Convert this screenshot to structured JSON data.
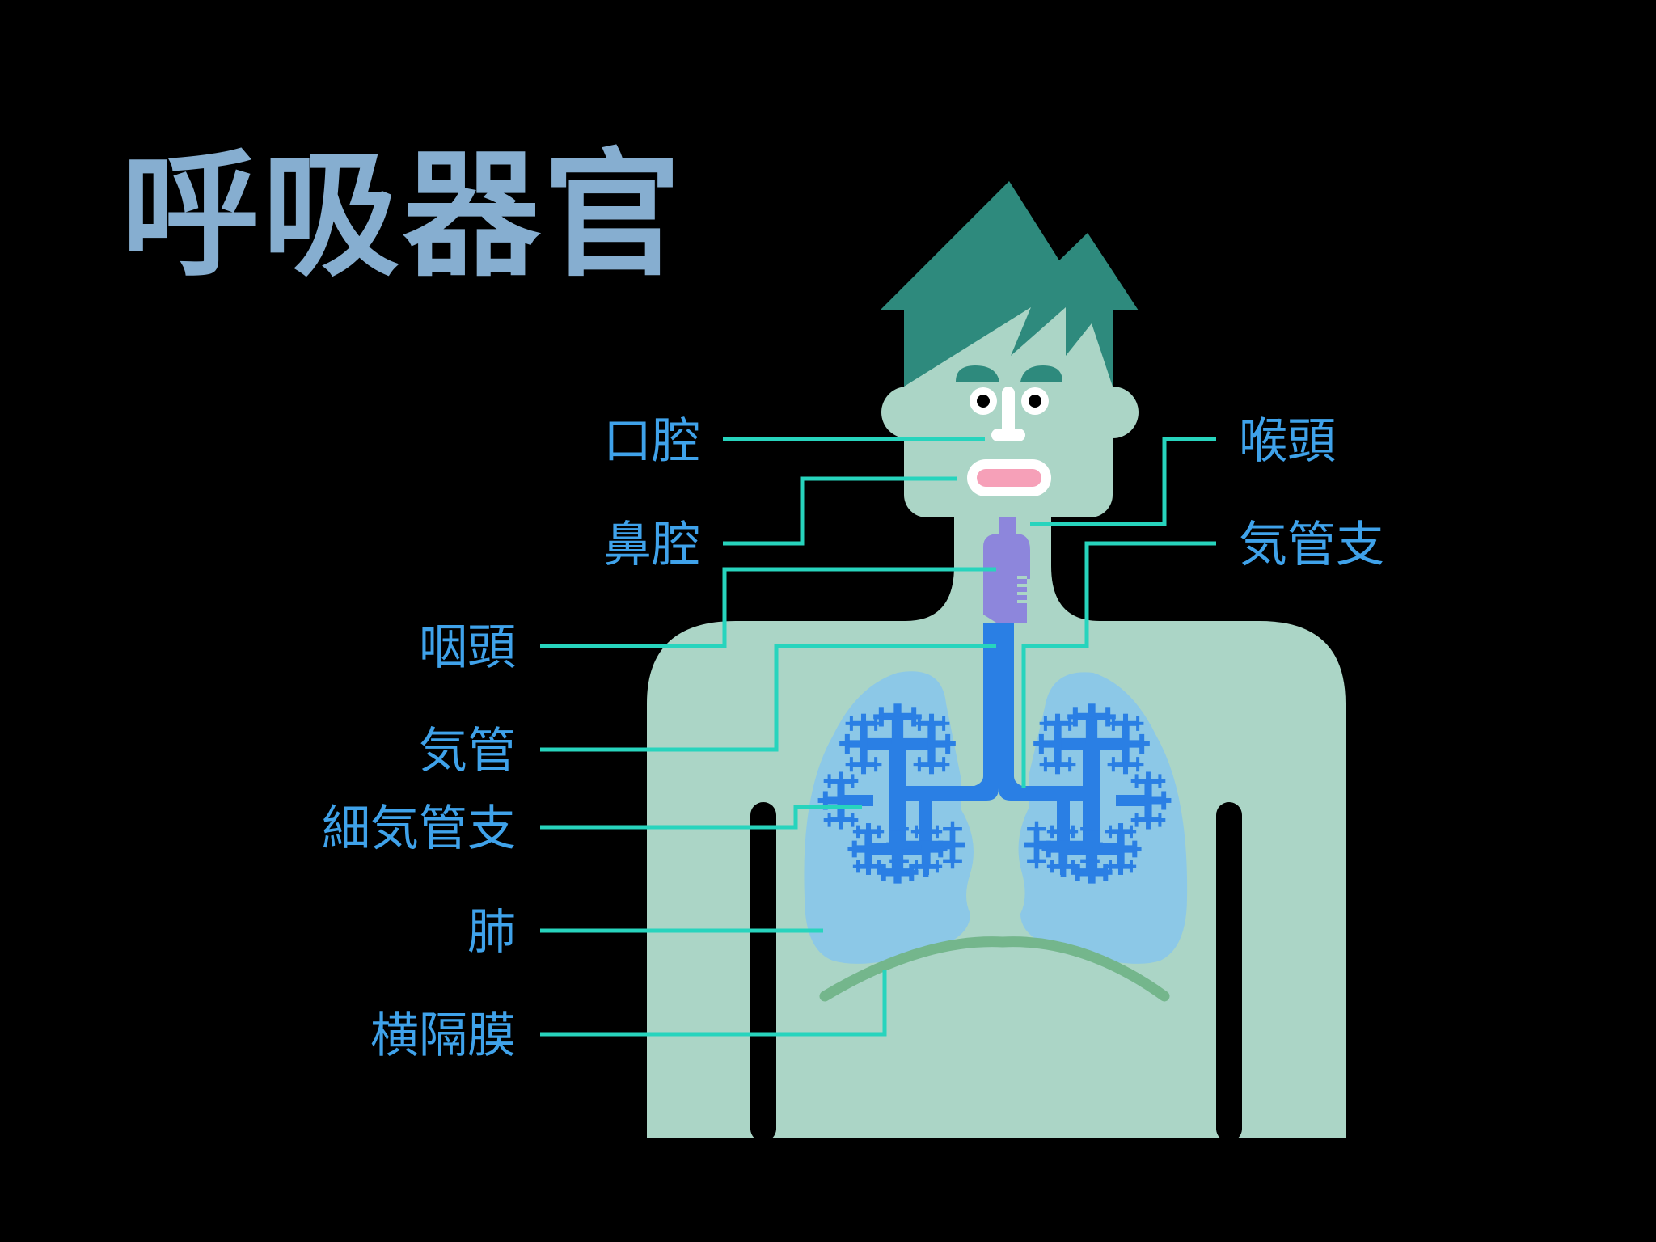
{
  "title": "呼吸器官",
  "colors": {
    "background": "#000000",
    "title": "#86aed0",
    "label": "#3fa2ea",
    "leader": "#27d4bd",
    "body": "#abd5c6",
    "hair": "#2e8a7d",
    "lung": "#8cc8e7",
    "airway": "#2a7fe4",
    "pharynx": "#8d86dc",
    "diaphragm": "#74b68c",
    "lips": "#f6a0b8"
  },
  "labels": {
    "oral_cavity": "口腔",
    "nasal_cavity": "鼻腔",
    "pharynx": "咽頭",
    "trachea": "気管",
    "bronchiole": "細気管支",
    "lung": "肺",
    "diaphragm": "横隔膜",
    "larynx": "喉頭",
    "bronchus": "気管支"
  }
}
